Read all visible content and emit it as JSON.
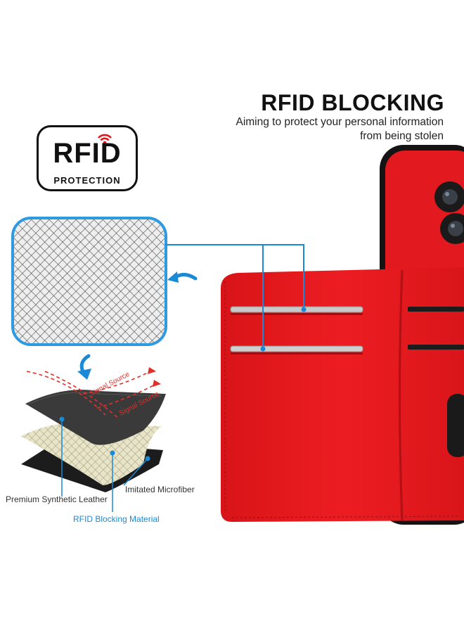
{
  "headline": {
    "title": "RFID BLOCKING",
    "subtitle_line1": "Aiming to protect your personal information",
    "subtitle_line2": "from being stolen"
  },
  "badge": {
    "title": "RFID",
    "subtitle": "PROTECTION",
    "icon": "signal-icon"
  },
  "layers": {
    "signal_labels": [
      "Signal Source",
      "Signal Source"
    ],
    "top_label": "Premium Synthetic Leather",
    "middle_label": "Imitated Microfiber",
    "bottom_label": "RFID Blocking Material"
  },
  "colors": {
    "wallet_red": "#e3161c",
    "callout_blue": "#1a8ad6",
    "signal_red": "#e0302a",
    "phone_black": "#141414"
  },
  "icons": [
    "signal-icon",
    "curved-arrow-icon",
    "down-arrow-icon"
  ]
}
